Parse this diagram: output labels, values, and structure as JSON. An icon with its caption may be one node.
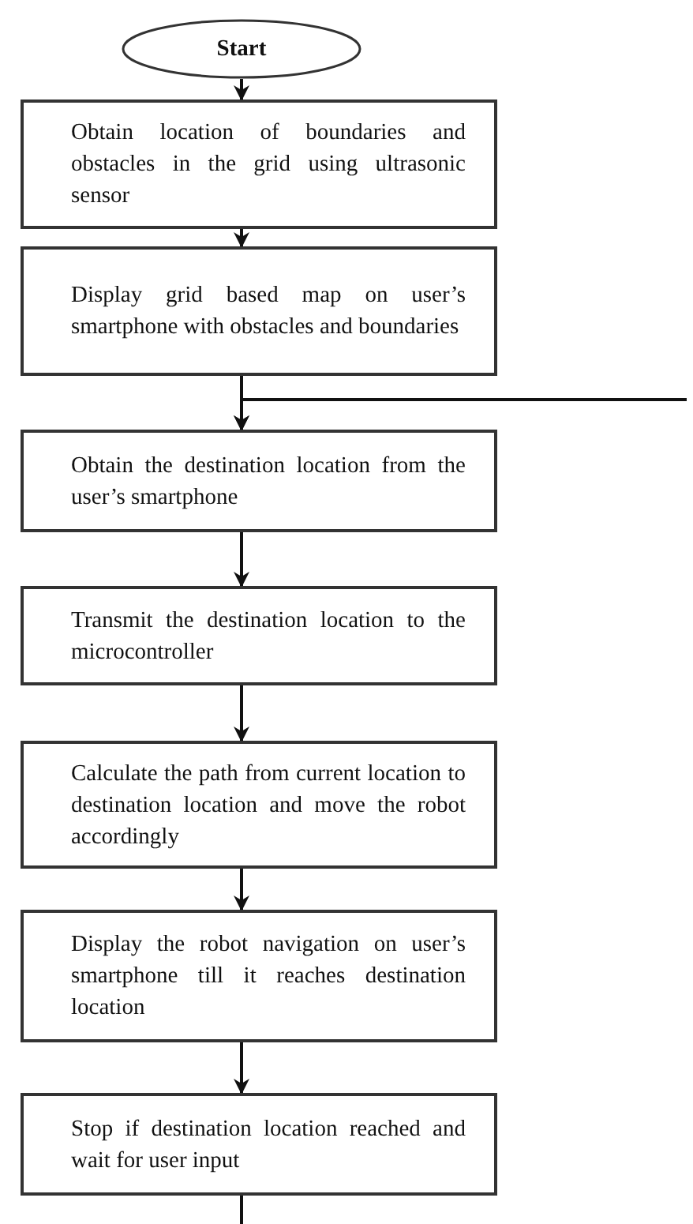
{
  "diagram": {
    "nodes": [
      {
        "text": [
          "Start"
        ]
      },
      {
        "text": [
          "Obtain location of boundaries and obstacles in the grid using ultrasonic sensor"
        ]
      },
      {
        "text": [
          "Display grid based map on user’s smartphone with obstacles and boundaries"
        ]
      },
      {
        "text": [
          "Obtain the destination location from the user’s smartphone"
        ]
      },
      {
        "text": [
          "Transmit the destination location to the microcontroller"
        ]
      },
      {
        "text": [
          "Calculate the path from current location to destination location and move the robot accordingly"
        ]
      },
      {
        "text": [
          "Display the robot navigation on user’s smartphone till it reaches destination location"
        ]
      },
      {
        "text": [
          "Stop if destination location reached and wait for user input"
        ]
      }
    ],
    "edges": [
      {
        "from": 0,
        "to": 1,
        "arrow": "to"
      },
      {
        "from": 1,
        "to": 2,
        "arrow": "to"
      },
      {
        "from": 2,
        "to": 3,
        "arrow": "to"
      },
      {
        "from": 3,
        "to": 4,
        "arrow": "to"
      },
      {
        "from": 4,
        "to": 5,
        "arrow": "to"
      },
      {
        "from": 5,
        "to": 6,
        "arrow": "to"
      },
      {
        "from": 6,
        "to": 7,
        "arrow": "to"
      },
      {
        "from": null,
        "to": 3,
        "arrow": "to"
      },
      {
        "from": 7,
        "to": null,
        "arrow": "none"
      }
    ]
  }
}
